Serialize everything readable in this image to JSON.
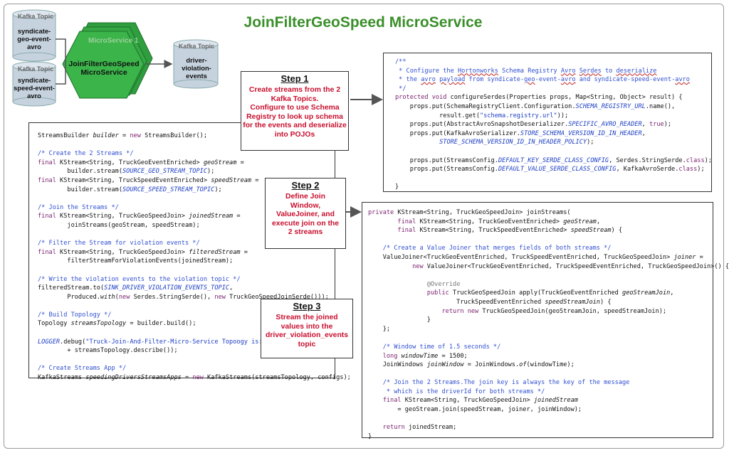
{
  "title": "JoinFilterGeoSpeed MicroService",
  "topics": {
    "label": "Kafka Topic",
    "geo": "syndicate-\ngeo-event-\navro",
    "speed": "syndicate-\nspeed-event-\navro",
    "out": "driver-\nviolation-\nevents"
  },
  "microservice": {
    "label": "MicroService 1",
    "name": "JoinFilterGeoSpeed\nMicroService"
  },
  "steps": [
    {
      "title": "Step 1",
      "text": "Create streams from the  2\nKafka Topics.\nConfigure to use Schema\nRegistry to look up schema\nfor the events and deserialize\ninto POJOs"
    },
    {
      "title": "Step 2",
      "text": "Define Join\nWindow,\nValueJoiner, and\nexecute join on the\n2 streams"
    },
    {
      "title": "Step 3",
      "text": "Stream the joined\nvalues into the\ndriver_violation_events\ntopic"
    }
  ],
  "colors": {
    "title_green": "#3a8f2a",
    "step_red": "#c8102e",
    "hex_green": "#39b54a",
    "cylinder": "#c6d3df"
  }
}
